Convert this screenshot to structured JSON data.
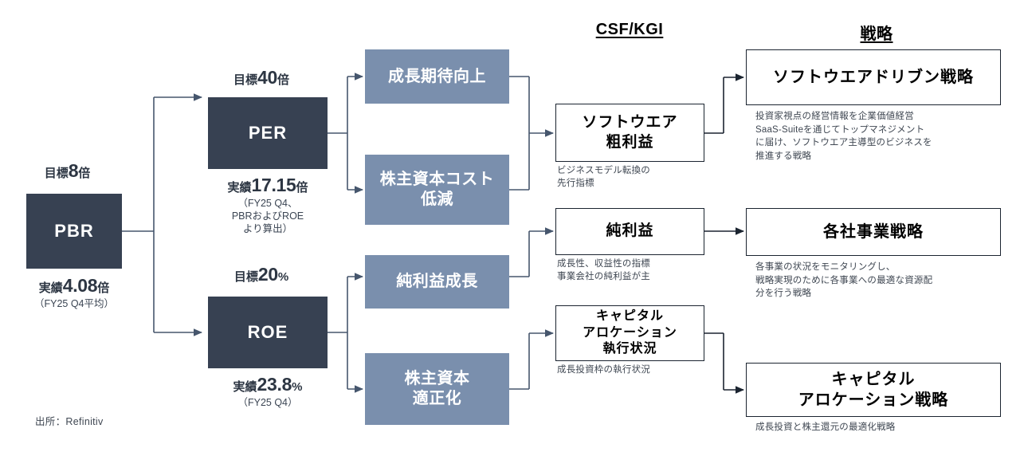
{
  "headers": {
    "csf_kgi": "CSF/KGI",
    "strategy": "戦略"
  },
  "kpi": {
    "pbr": {
      "name": "PBR",
      "target_label": "目標",
      "target_value": "8",
      "target_unit": "倍",
      "actual_label": "実績",
      "actual_value": "4.08",
      "actual_unit": "倍",
      "actual_note": "（FY25 Q4平均）"
    },
    "per": {
      "name": "PER",
      "target_label": "目標",
      "target_value": "40",
      "target_unit": "倍",
      "actual_label": "実績",
      "actual_value": "17.15",
      "actual_unit": "倍",
      "actual_note": "（FY25 Q4、\nPBRおよびROE\nより算出）"
    },
    "roe": {
      "name": "ROE",
      "target_label": "目標",
      "target_value": "20",
      "target_unit": "%",
      "actual_label": "実績",
      "actual_value": "23.8",
      "actual_unit": "%",
      "actual_note": "（FY25 Q4）"
    }
  },
  "csf": [
    {
      "label": "成長期待向上"
    },
    {
      "label": "株主資本コスト\n低減"
    },
    {
      "label": "純利益成長"
    },
    {
      "label": "株主資本\n適正化"
    }
  ],
  "kgi": [
    {
      "label": "ソフトウエア\n粗利益",
      "note": "ビジネスモデル転換の\n先行指標"
    },
    {
      "label": "純利益",
      "note": "成長性、収益性の指標\n事業会社の純利益が主"
    },
    {
      "label": "キャピタル\nアロケーション\n執行状況",
      "note": "成長投資枠の執行状況"
    }
  ],
  "strategies": [
    {
      "label": "ソフトウエアドリブン戦略",
      "note": "投資家視点の経営情報を企業価値経営\nSaaS-Suiteを通じてトップマネジメント\nに届け、ソフトウエア主導型のビジネスを\n推進する戦略"
    },
    {
      "label": "各社事業戦略",
      "note": "各事業の状況をモニタリングし、\n戦略実現のために各事業への最適な資源配\n分を行う戦略"
    },
    {
      "label": "キャピタル\nアロケーション戦略",
      "note": "成長投資と株主還元の最適化戦略"
    }
  ],
  "source": "出所：Refinitiv",
  "colors": {
    "kpi_box": "#374152",
    "csf_box": "#7a8fad",
    "outline": "#1b2430",
    "connector": "#46566d",
    "text_dark": "#2d3643"
  }
}
